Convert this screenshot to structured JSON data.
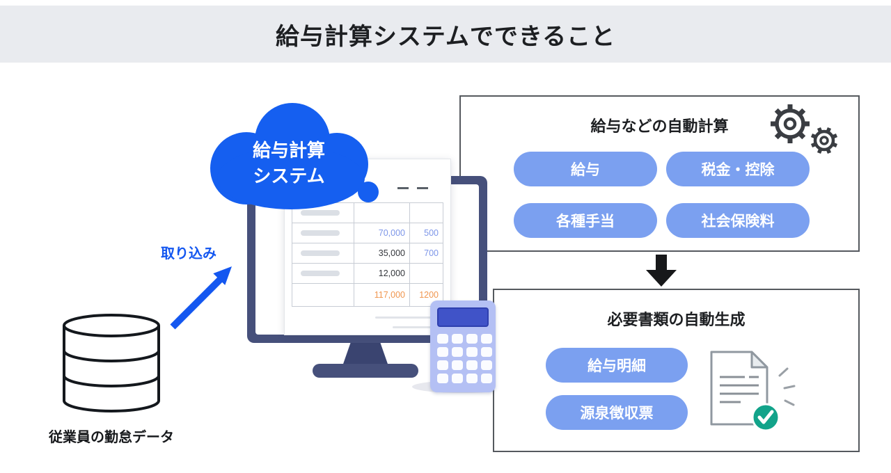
{
  "header": {
    "title": "給与計算システムでできること"
  },
  "source": {
    "label": "従業員の勤怠データ",
    "arrow_label": "取り込み"
  },
  "cloud": {
    "line1": "給与計算",
    "line2": "システム"
  },
  "spreadsheet": {
    "rows": [
      {
        "amount": "70,000",
        "sub": "500"
      },
      {
        "amount": "35,000",
        "sub": "700"
      },
      {
        "amount": "12,000",
        "sub": ""
      },
      {
        "amount": "117,000",
        "sub": "1200"
      }
    ]
  },
  "auto_calc": {
    "title": "給与などの自動計算",
    "pills": [
      "給与",
      "税金・控除",
      "各種手当",
      "社会保険料"
    ]
  },
  "auto_docs": {
    "title": "必要書類の自動生成",
    "pills": [
      "給与明細",
      "源泉徴収票"
    ]
  },
  "colors": {
    "accent_blue": "#155ff0",
    "pill_blue": "#7ba0f0",
    "check_green": "#12a38a",
    "amount_blue": "#7d96e8",
    "amount_orange": "#f0964f"
  }
}
